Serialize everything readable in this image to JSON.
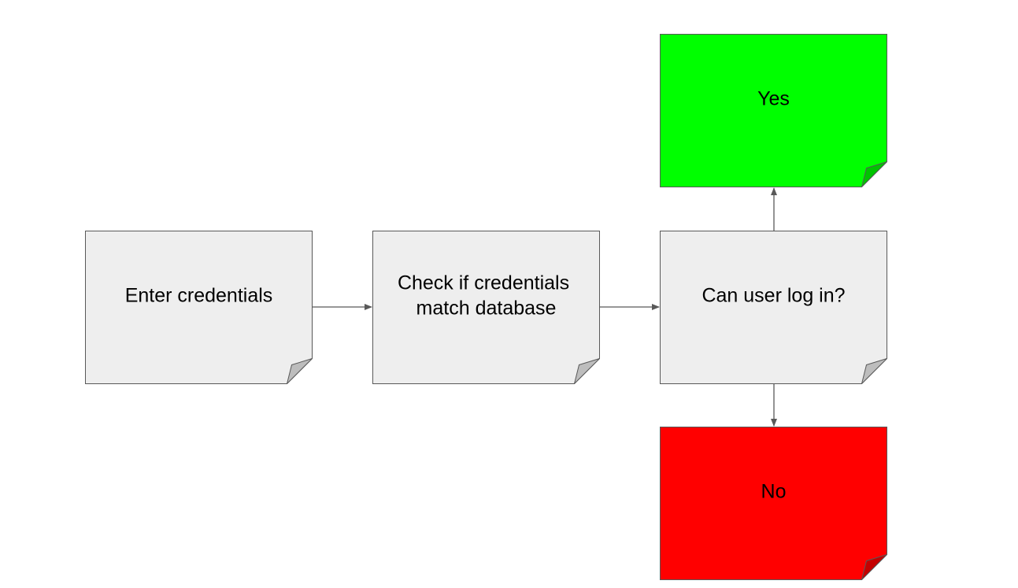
{
  "diagram": {
    "nodes": {
      "enter": {
        "lines": [
          "Enter credentials"
        ],
        "fill": "#eeeeee"
      },
      "check": {
        "lines": [
          "Check if credentials",
          "match database"
        ],
        "fill": "#eeeeee"
      },
      "decision": {
        "lines": [
          "Can user log in?"
        ],
        "fill": "#eeeeee"
      },
      "yes": {
        "lines": [
          "Yes"
        ],
        "fill": "#00ff00"
      },
      "no": {
        "lines": [
          "No"
        ],
        "fill": "#ff0000"
      }
    },
    "edges": [
      {
        "from": "enter",
        "to": "check"
      },
      {
        "from": "check",
        "to": "decision"
      },
      {
        "from": "decision",
        "to": "yes"
      },
      {
        "from": "decision",
        "to": "no"
      }
    ],
    "colors": {
      "stroke": "#595959",
      "connector": "#595959",
      "fold_neutral": "#bdbdbd",
      "fold_yes": "#00c400",
      "fold_no": "#c40000"
    }
  }
}
